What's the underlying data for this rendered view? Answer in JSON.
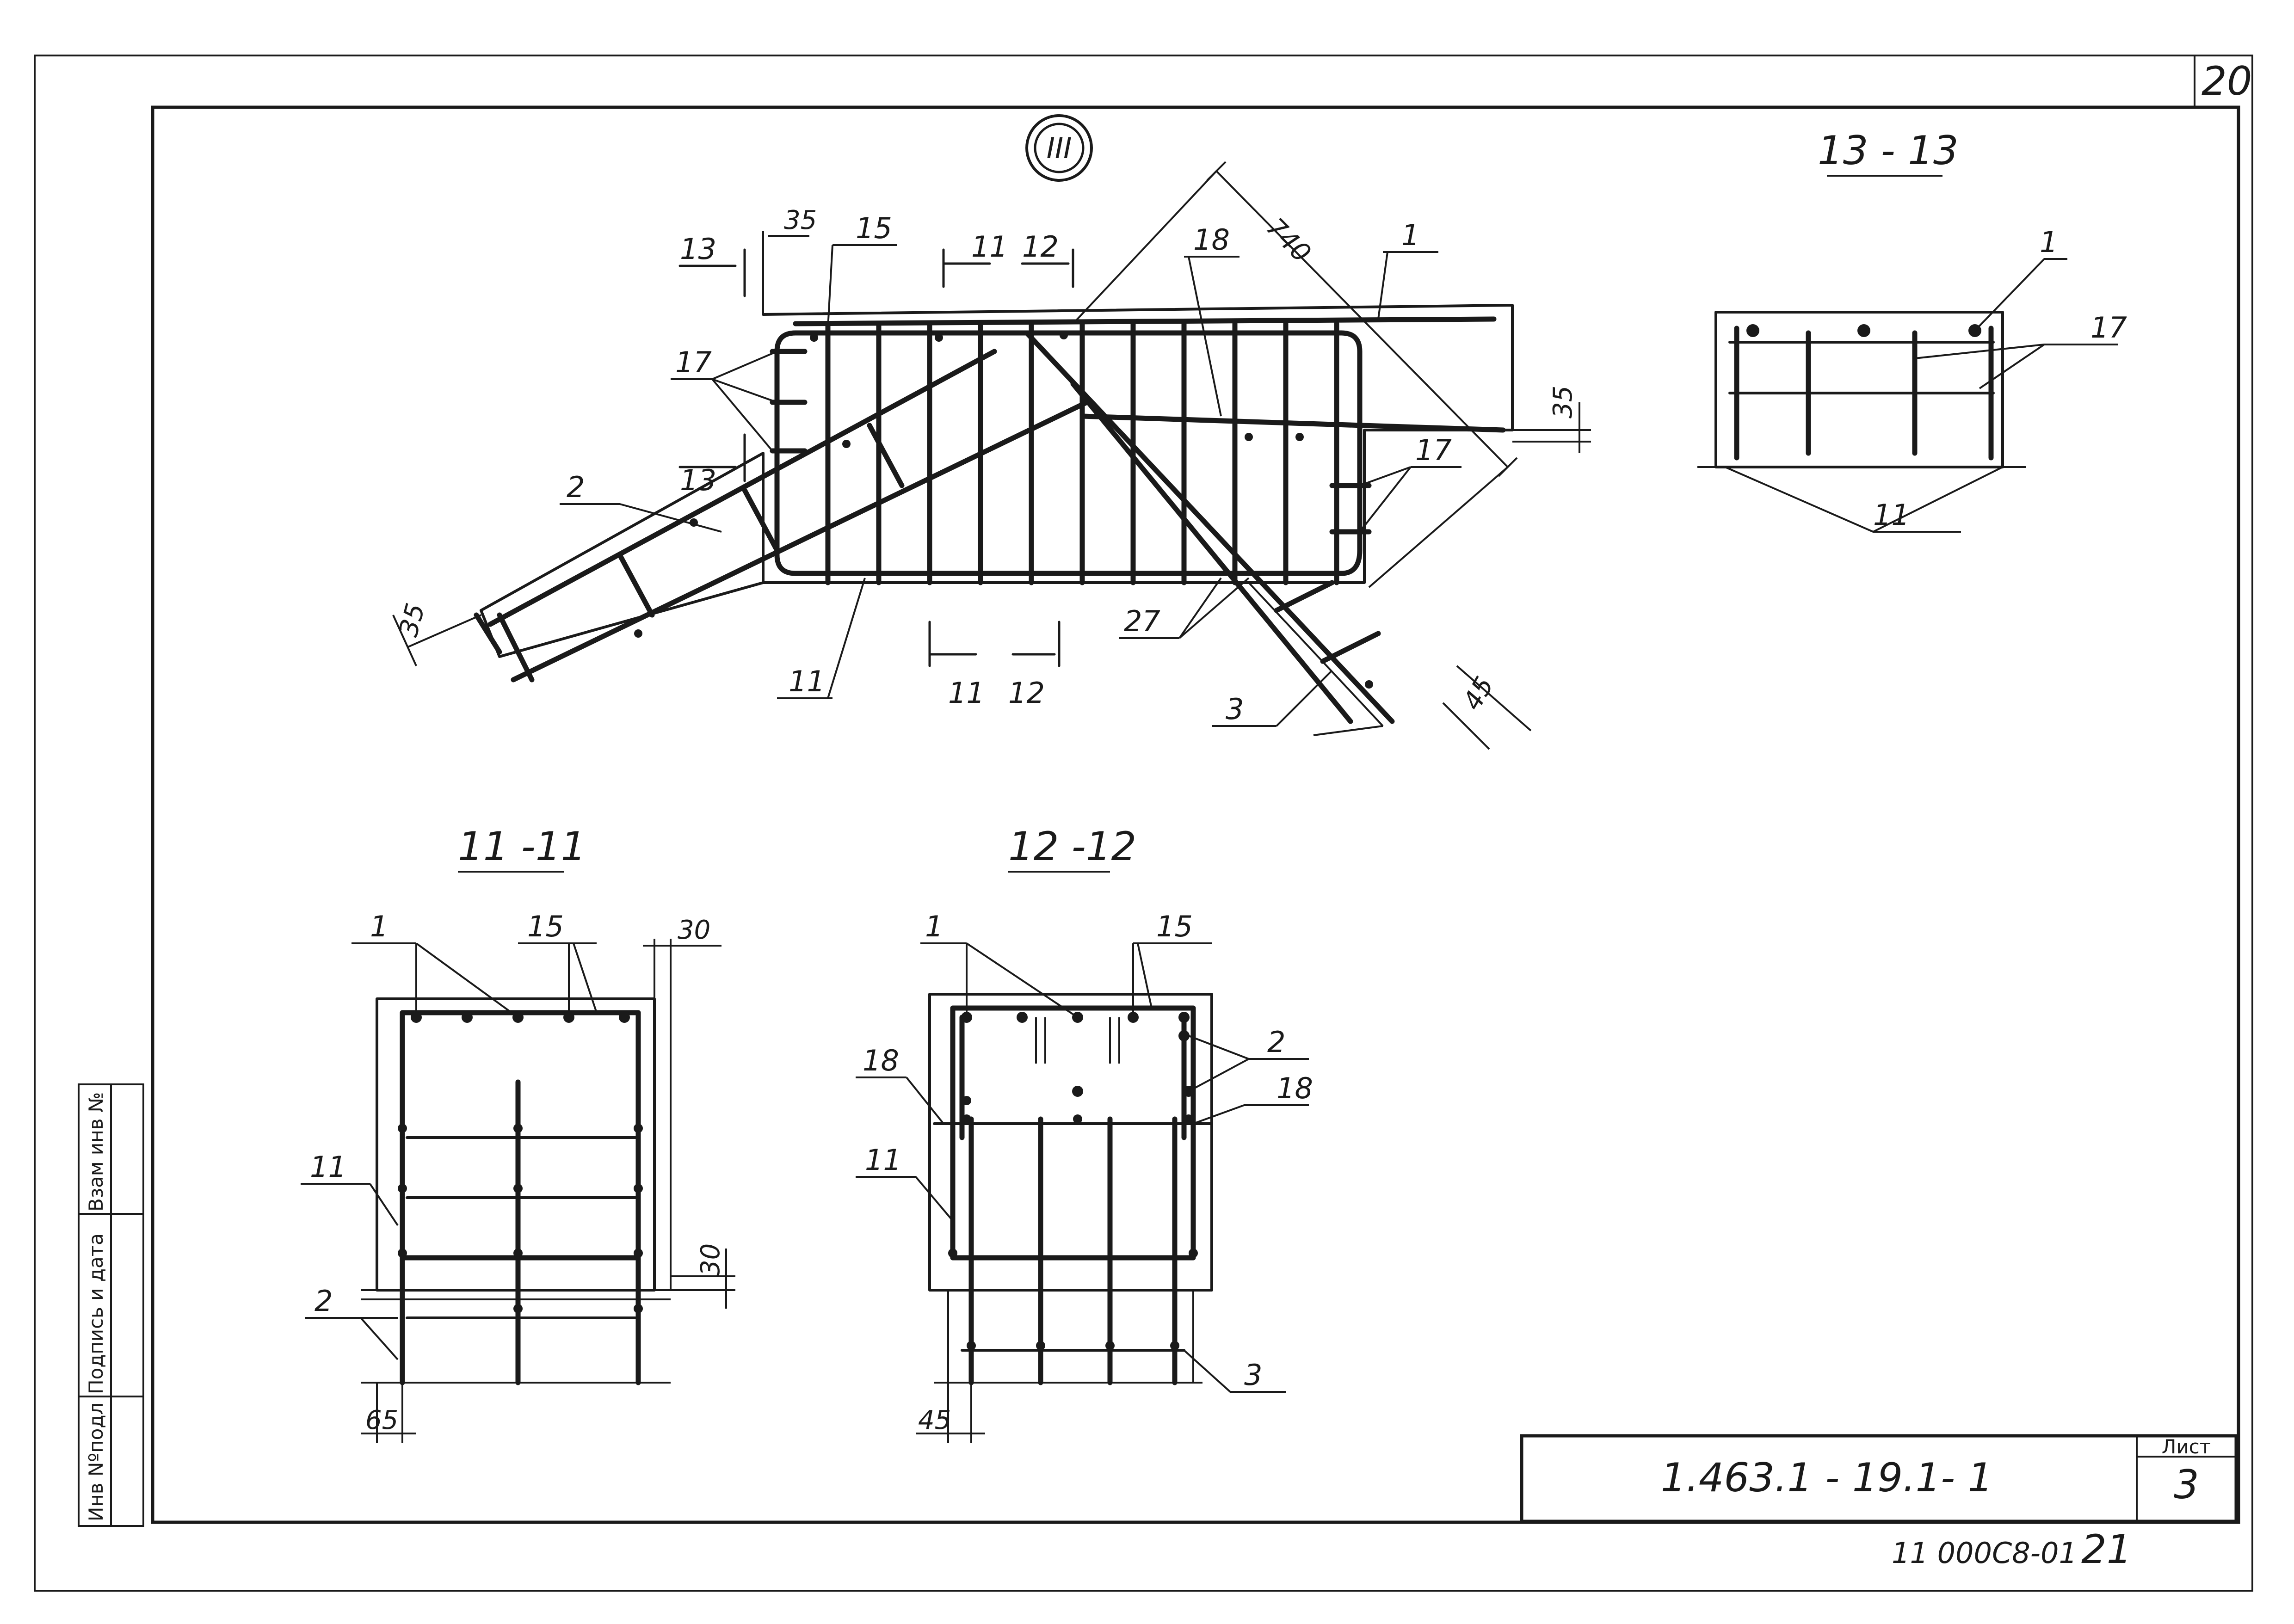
{
  "sheet_top_number": "20",
  "node_marker": "III",
  "sections": {
    "s13": "13 - 13",
    "s11": "11 -11",
    "s12": "12 -12"
  },
  "callouts": {
    "c1": "1",
    "c2": "2",
    "c3": "3",
    "c11": "11",
    "c12": "12",
    "c13": "13",
    "c15": "15",
    "c17": "17",
    "c18": "18",
    "c27": "27"
  },
  "dimensions": {
    "d35": "35",
    "d740": "740",
    "d45": "45",
    "d30": "30",
    "d65": "65"
  },
  "inscriptions": {
    "inv_no": "Инв Nºподл",
    "signature_date": "Подпись и дата",
    "replace_inv": "Взам инв №"
  },
  "title_block": {
    "code": "1.463.1 - 19.1- 1",
    "sheet_label": "Лист",
    "sheet_number": "3"
  },
  "footer": {
    "doc_number": "11 000С8-01",
    "page": "21"
  }
}
